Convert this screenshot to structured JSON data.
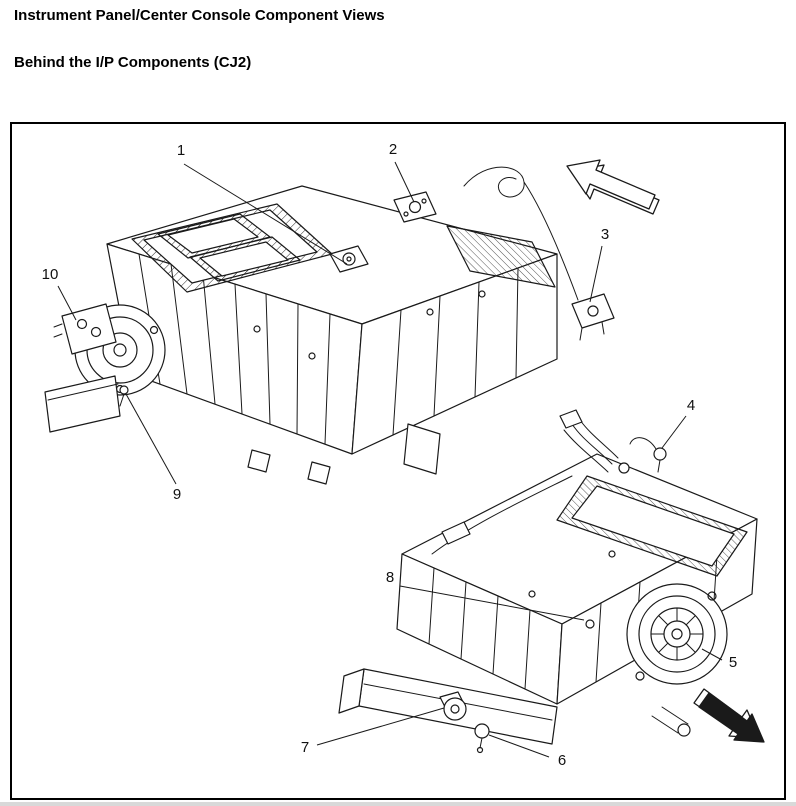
{
  "page": {
    "title": "Instrument Panel/Center Console Component Views",
    "subtitle": "Behind the I/P Components (CJ2)"
  },
  "diagram": {
    "description": "Exploded line-art component view of two HVAC module assemblies behind the instrument panel",
    "callouts": [
      {
        "label": "1"
      },
      {
        "label": "2"
      },
      {
        "label": "3"
      },
      {
        "label": "4"
      },
      {
        "label": "5"
      },
      {
        "label": "6"
      },
      {
        "label": "7"
      },
      {
        "label": "8"
      },
      {
        "label": "9"
      },
      {
        "label": "10"
      }
    ],
    "icons": {
      "inlet_arrow": "outline-arrow-up-left",
      "outlet_arrow": "solid-arrow-down-right"
    },
    "colors": {
      "line": "#1a1a1a",
      "border": "#000000",
      "background": "#ffffff"
    }
  }
}
